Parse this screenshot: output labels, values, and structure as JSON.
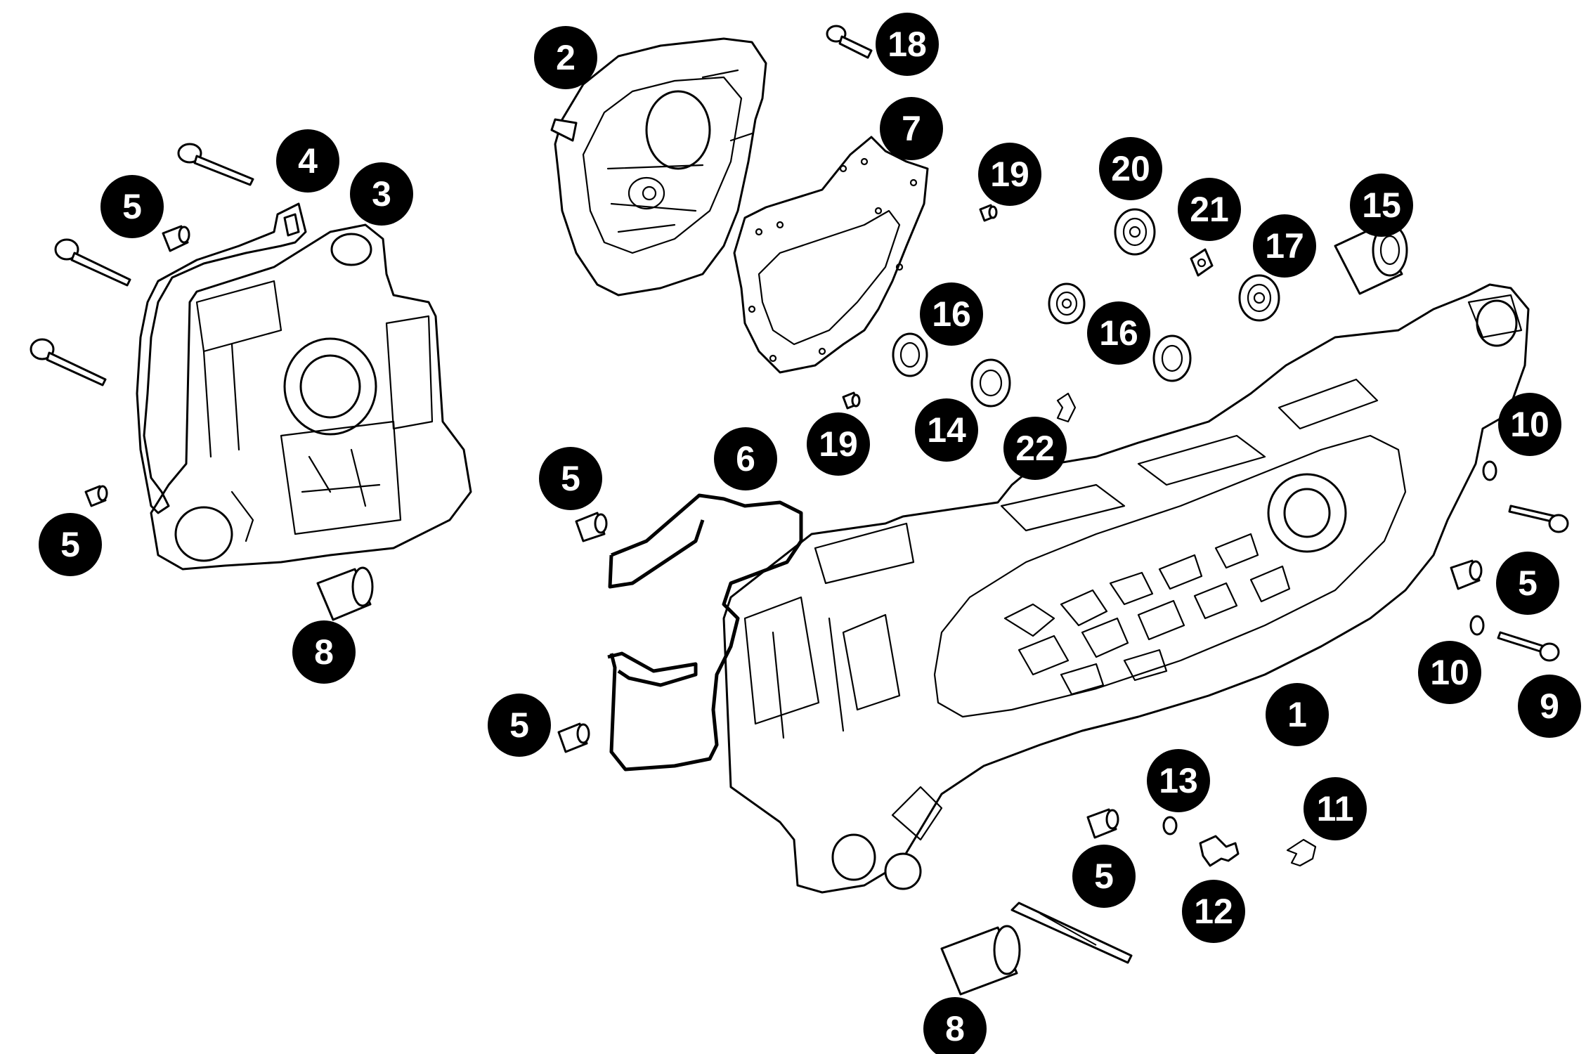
{
  "callouts": {
    "c1": "1",
    "c2": "2",
    "c3": "3",
    "c4": "4",
    "c5a": "5",
    "c5b": "5",
    "c5c": "5",
    "c5d": "5",
    "c5e": "5",
    "c5f": "5",
    "c6": "6",
    "c7": "7",
    "c8a": "8",
    "c8b": "8",
    "c9": "9",
    "c10a": "10",
    "c10b": "10",
    "c11": "11",
    "c12": "12",
    "c13": "13",
    "c14": "14",
    "c15": "15",
    "c16a": "16",
    "c16b": "16",
    "c17": "17",
    "c18": "18",
    "c19a": "19",
    "c19b": "19",
    "c20": "20",
    "c21": "21",
    "c22": "22"
  },
  "colors": {
    "line": "#000000",
    "callout_fill": "#000000",
    "callout_text": "#ffffff",
    "background": "#ffffff"
  }
}
